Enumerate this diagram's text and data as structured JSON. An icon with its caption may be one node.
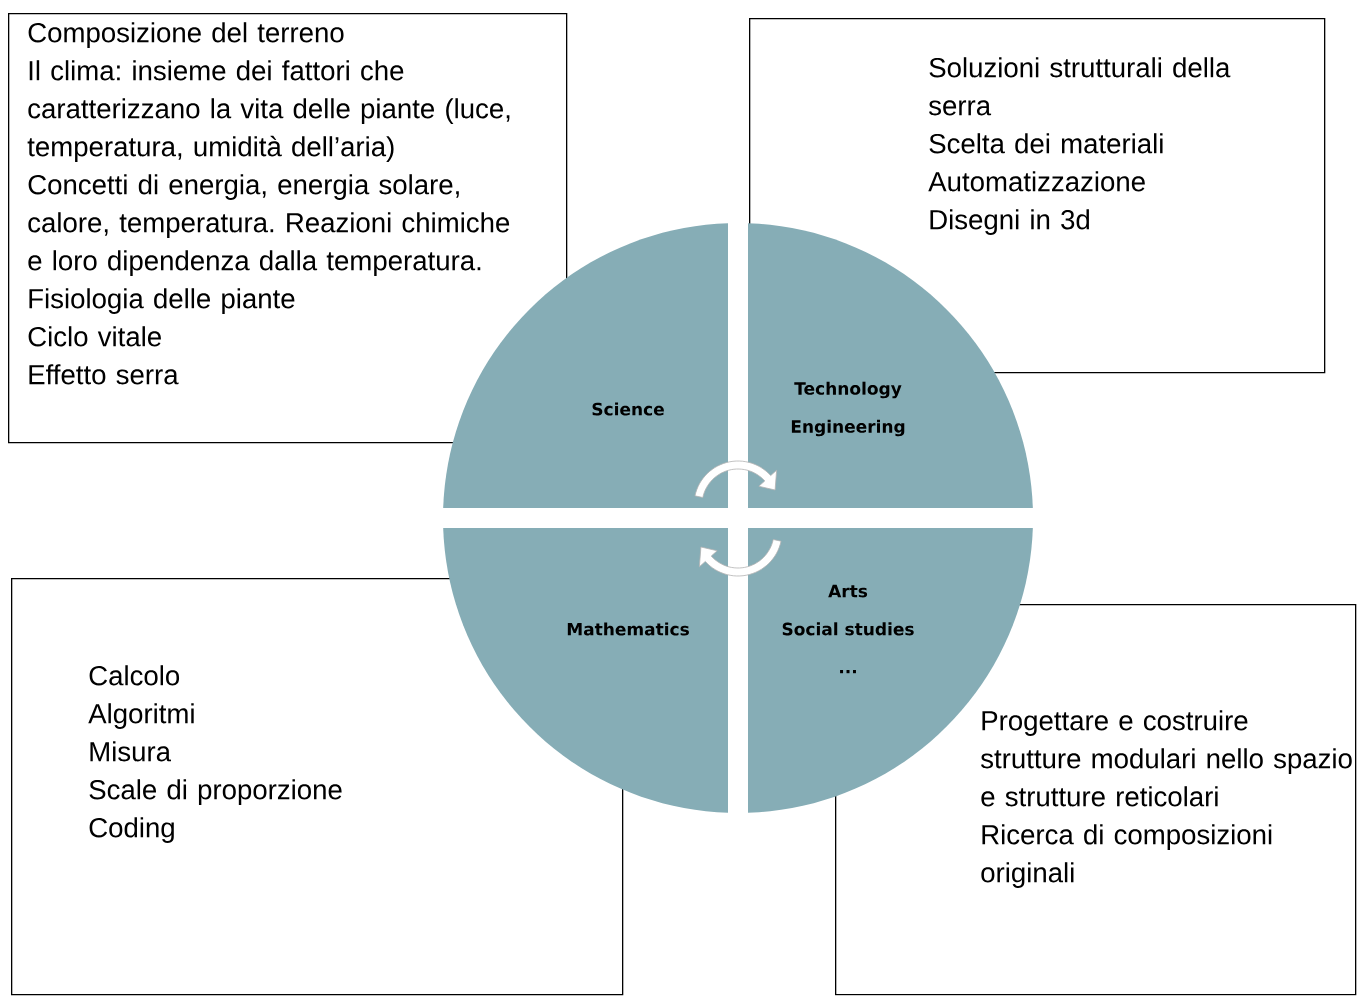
{
  "diagram": {
    "nodes": [
      {
        "text": [
          "Composizione del terreno",
          "Il clima: insieme dei fattori che caratterizzano la vita delle piante (luce, temperatura, umidità dell’aria)",
          "Concetti di energia, energia solare, calore, temperatura. Reazioni chimiche e loro dipendenza dalla temperatura.",
          "Fisiologia delle piante",
          "Ciclo vitale",
          "Effetto serra"
        ]
      },
      {
        "text": [
          "Soluzioni strutturali della serra",
          "Scelta dei materiali",
          "Automatizzazione",
          "Disegni in 3d"
        ]
      },
      {
        "text": [
          "Calcolo",
          "Algoritmi",
          "Misura",
          "Scale di proporzione",
          "Coding"
        ]
      },
      {
        "text": [
          "Progettare e costruire strutture modulari nello spazio e strutture reticolari",
          "Ricerca di composizioni originali"
        ]
      },
      {
        "text": [
          "Science"
        ]
      },
      {
        "text": [
          "Technology",
          "Engineering"
        ]
      },
      {
        "text": [
          "Mathematics"
        ]
      },
      {
        "text": [
          "Arts",
          "Social studies",
          "..."
        ]
      }
    ]
  }
}
